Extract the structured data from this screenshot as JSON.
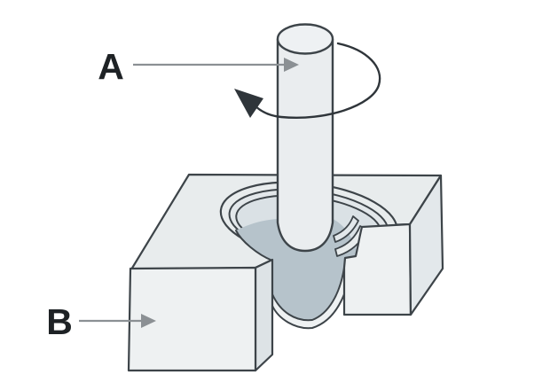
{
  "diagram": {
    "description": "Cutaway illustration of a cylindrical shaft rotating inside a plain bearing block",
    "label_a": "A",
    "label_b": "B",
    "rotation_direction": "counterclockwise"
  },
  "icons": {
    "rotation_arrow": "rotation-direction-arrow",
    "leader_a_arrow": "leader-arrowhead",
    "leader_b_arrow": "leader-arrowhead"
  },
  "colors": {
    "background": "#ffffff",
    "outline": "#3d4449",
    "face_top": "#e8eced",
    "face_front": "#eef1f2",
    "face_side": "#e3e8eb",
    "face_strip": "#dde3e6",
    "ring_outer": "#e8eced",
    "ring_mid": "#e2e7ea",
    "bore": "#dae1e5",
    "cavity": "#b6c3cb",
    "shaft": "#eaedef",
    "shaft_cap": "#eef1f3",
    "leader": "#8b9094",
    "label": "#1e2225",
    "rotation": "#2f353a"
  }
}
